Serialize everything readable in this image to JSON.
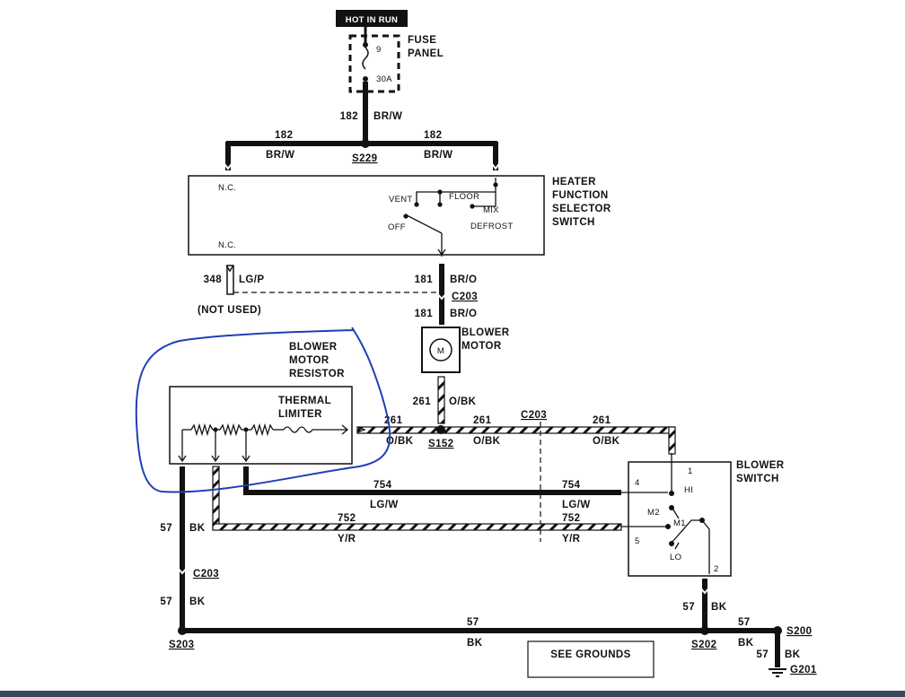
{
  "hot_in_run": "HOT IN RUN",
  "fuse": {
    "number": "9",
    "rating": "30A",
    "label_line1": "FUSE",
    "label_line2": "PANEL"
  },
  "wires": {
    "w182_num": "182",
    "w182_color": "BR/W",
    "w181_num": "181",
    "w181_color": "BR/O",
    "w348_num": "348",
    "w348_color": "LG/P",
    "not_used": "(NOT USED)",
    "w261_num": "261",
    "w261_color": "O/BK",
    "w754_num": "754",
    "w754_color": "LG/W",
    "w752_num": "752",
    "w752_color": "Y/R",
    "w57_num": "57",
    "w57_color": "BK"
  },
  "splices": {
    "s229": "S229",
    "s152": "S152",
    "s203": "S203",
    "s202": "S202",
    "s200": "S200",
    "g201": "G201"
  },
  "connectors": {
    "c203": "C203"
  },
  "heater_switch": {
    "label": [
      "HEATER",
      "FUNCTION",
      "SELECTOR",
      "SWITCH"
    ],
    "nc": "N.C.",
    "vent": "VENT",
    "floor": "FLOOR",
    "mix": "MIX",
    "off": "OFF",
    "defrost": "DEFROST"
  },
  "blower_motor": {
    "label_line1": "BLOWER",
    "label_line2": "MOTOR",
    "symbol": "M"
  },
  "resistor": {
    "label": [
      "BLOWER",
      "MOTOR",
      "RESISTOR"
    ],
    "thermal_line1": "THERMAL",
    "thermal_line2": "LIMITER"
  },
  "blower_switch": {
    "label_line1": "BLOWER",
    "label_line2": "SWITCH",
    "pin1": "1",
    "pin2": "2",
    "pin4": "4",
    "pin5": "5",
    "hi": "HI",
    "m2": "M2",
    "m1": "M1",
    "lo": "LO"
  },
  "see_grounds": "SEE GROUNDS",
  "colors": {
    "ink": "#111111",
    "annotation": "#1f3fb8",
    "bar": "#3a4a5c"
  }
}
